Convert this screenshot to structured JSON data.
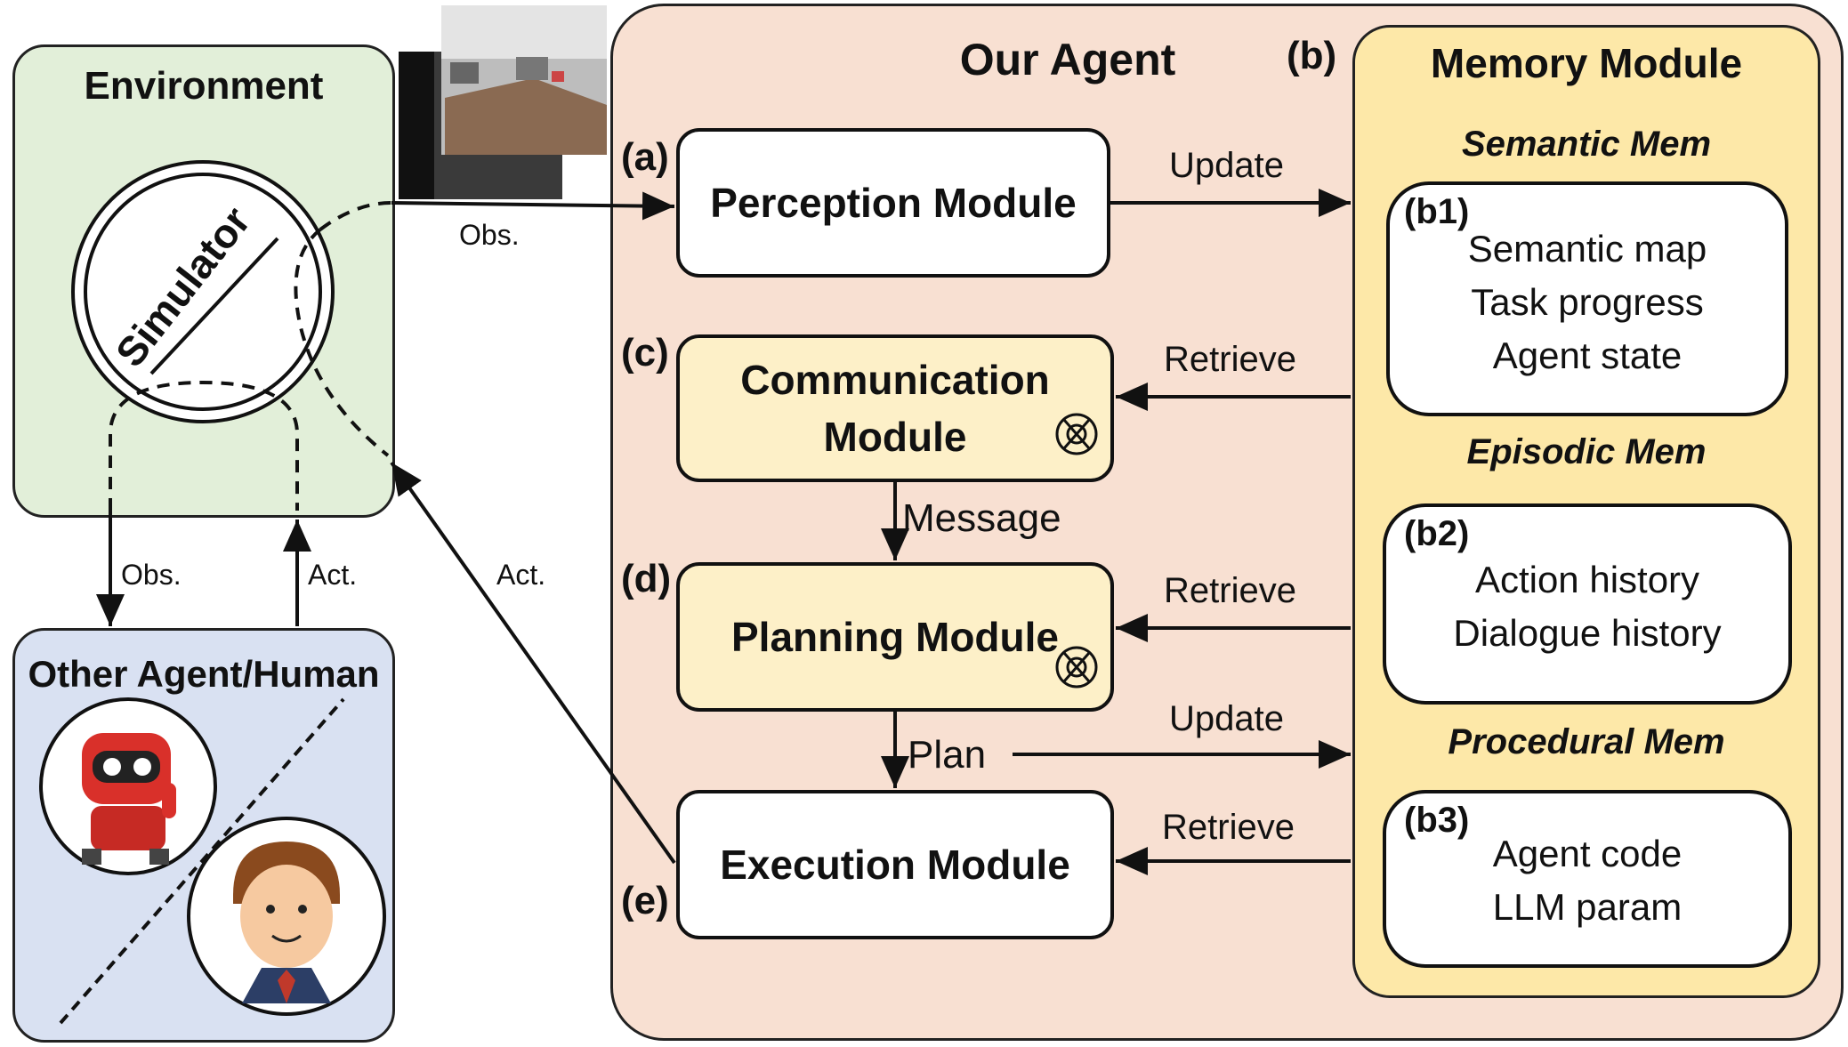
{
  "environment": {
    "title": "Environment",
    "simulator_label": "Simulator"
  },
  "other": {
    "title": "Other Agent/Human"
  },
  "agent": {
    "title": "Our Agent",
    "tag_b": "(b)"
  },
  "modules": {
    "perception": {
      "tag": "(a)",
      "label": "Perception Module"
    },
    "communication": {
      "tag": "(c)",
      "line1": "Communication",
      "line2": "Module"
    },
    "planning": {
      "tag": "(d)",
      "label": "Planning Module"
    },
    "execution": {
      "tag": "(e)",
      "label": "Execution Module"
    }
  },
  "memory": {
    "title": "Memory Module",
    "semantic": {
      "heading": "Semantic Mem",
      "tag": "(b1)",
      "items": [
        "Semantic map",
        "Task progress",
        "Agent state"
      ]
    },
    "episodic": {
      "heading": "Episodic Mem",
      "tag": "(b2)",
      "items": [
        "Action history",
        "Dialogue history"
      ]
    },
    "procedural": {
      "heading": "Procedural Mem",
      "tag": "(b3)",
      "items": [
        "Agent code",
        "LLM param"
      ]
    }
  },
  "arrows": {
    "obs_top": "Obs.",
    "update_top": "Update",
    "retrieve_comm": "Retrieve",
    "message": "Message",
    "retrieve_plan": "Retrieve",
    "plan": "Plan",
    "update_plan": "Update",
    "retrieve_exec": "Retrieve",
    "obs_left": "Obs.",
    "act_left": "Act.",
    "act_right": "Act."
  },
  "colors": {
    "environment_bg": "#e2efd9",
    "other_bg": "#d9e1f2",
    "agent_bg": "#f8e0d2",
    "memory_bg": "#fde8a8",
    "module_yellow": "#fdf0c8"
  }
}
